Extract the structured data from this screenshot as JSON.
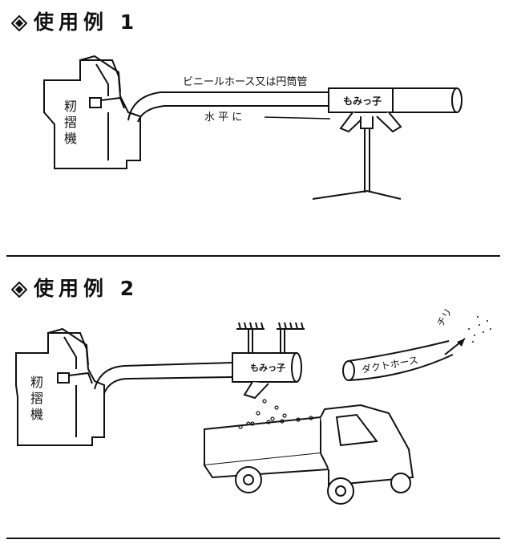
{
  "example1": {
    "heading": "使用例 1",
    "machine_label_lines": [
      "籾",
      "摺",
      "機"
    ],
    "hose_label": "ビニールホース又は円筒管",
    "level_label": "水 平 に",
    "device_label": "もみっ子"
  },
  "example2": {
    "heading": "使用例 2",
    "machine_label_lines": [
      "籾",
      "摺",
      "機"
    ],
    "device_label": "もみっ子",
    "duct_label": "ダクトホース",
    "dust_label": "チリ"
  }
}
